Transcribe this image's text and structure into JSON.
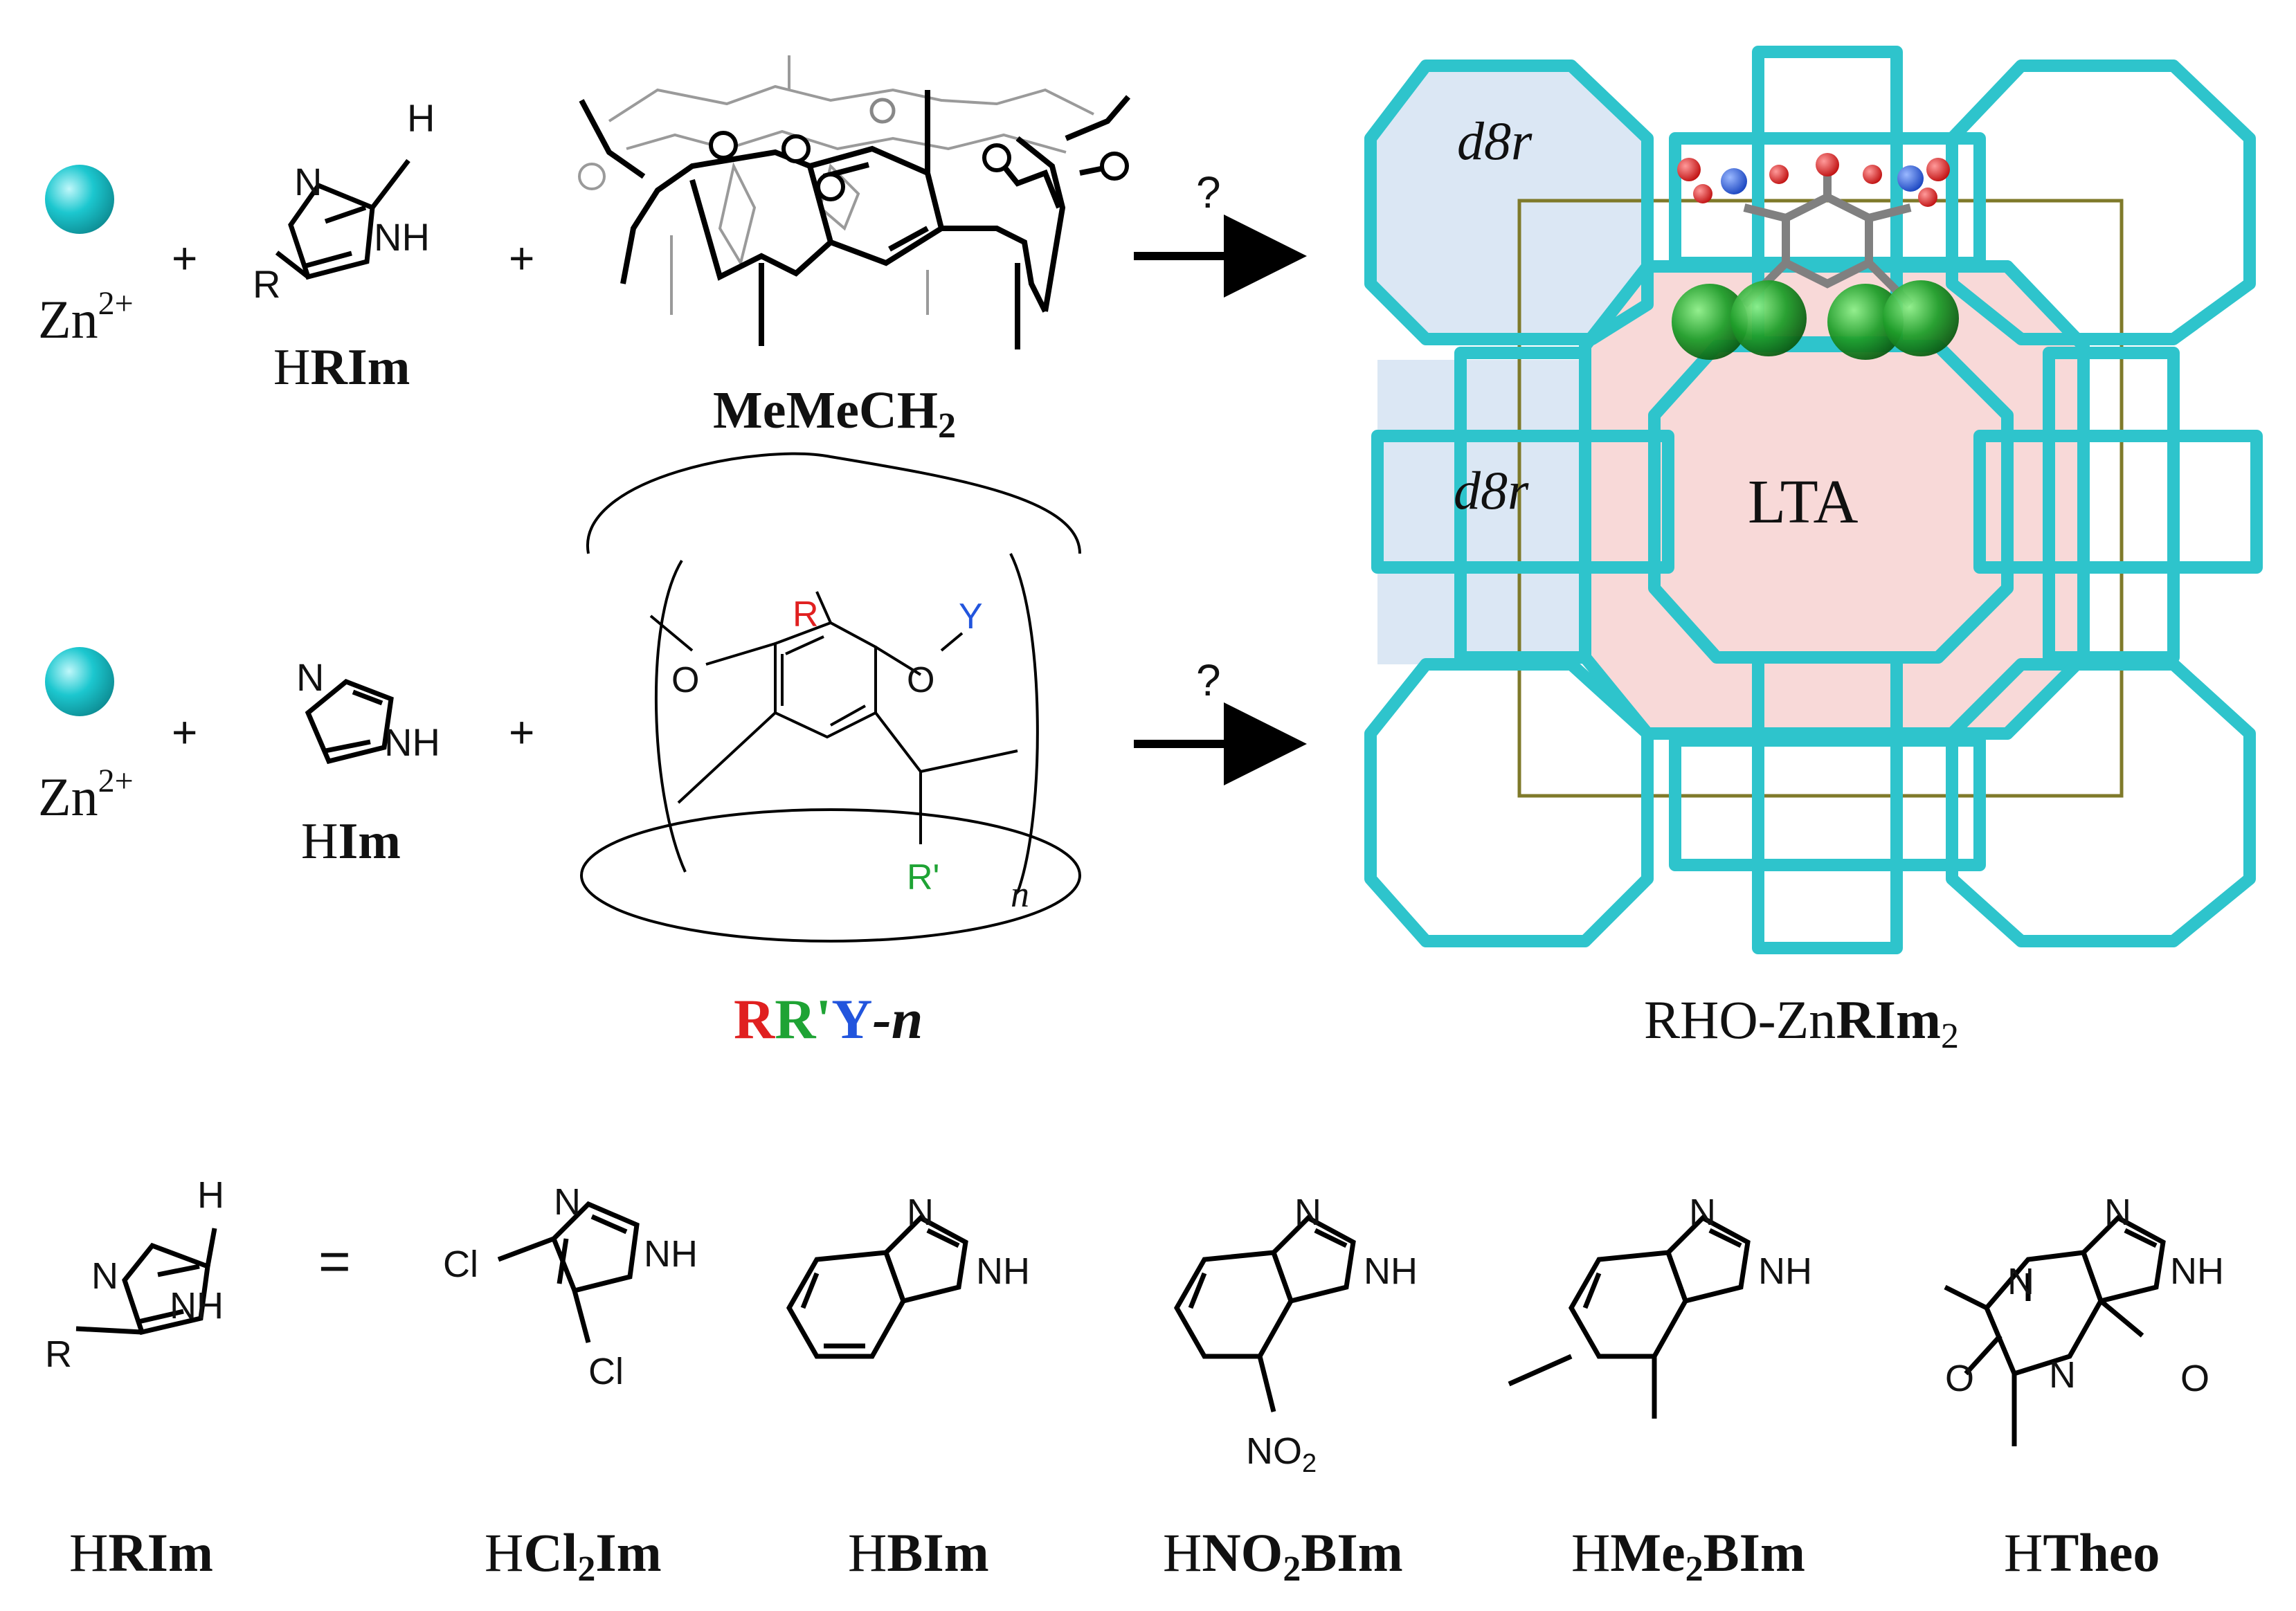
{
  "colors": {
    "zinc": "#1cc7cf",
    "framework": "#2ec4cc",
    "d8r_fill": "#dbe7f4",
    "lta_fill": "#f8d9d8",
    "cell_edge": "#7f7a2a",
    "dopant_green": "#1f9e2a",
    "R_red": "#e02020",
    "Rp_green": "#1ea334",
    "Y_blue": "#2255dd",
    "oxygen": "#d11b1b",
    "nitrogen": "#1a55d6",
    "carbon": "#808080"
  },
  "row1": {
    "metal_charge": "2+",
    "metal": "Zn",
    "plus": "+",
    "linker_H": "H",
    "linker_R": "R",
    "linker_N": "N",
    "linker_NH": "NH",
    "linker_name_h": "H",
    "linker_name_bold": "RIm",
    "host_name_main": "MeMeCH",
    "host_name_sub": "2",
    "arrow_label": "?"
  },
  "row2": {
    "metal_charge": "2+",
    "metal": "Zn",
    "plus": "+",
    "linker_N": "N",
    "linker_NH": "NH",
    "linker_name_h": "H",
    "linker_name_bold": "Im",
    "macro_R": "R",
    "macro_Rp": "R'",
    "macro_Y": "Y",
    "macro_O": "O",
    "macro_n": "n",
    "macro_name_R": "R",
    "macro_name_Rp": "R'",
    "macro_name_Y": "Y",
    "macro_name_n": "-n",
    "arrow_label": "?"
  },
  "framework": {
    "d8r_top": "d8r",
    "d8r_mid": "d8r",
    "lta": "LTA",
    "product_prefix": "RHO-Zn",
    "product_bold": "RIm",
    "product_sub": "2"
  },
  "linkers": {
    "equals": "=",
    "generic_name_h": "H",
    "generic_name_bold": "RIm",
    "cl2im_Cl": "Cl",
    "cl2im_name_h": "H",
    "cl2im_name_bold": "Cl",
    "cl2im_name_sub": "2",
    "cl2im_name_tail": "Im",
    "bim_name_h": "H",
    "bim_name_bold": "BIm",
    "no2bim_NO": "NO",
    "no2bim_sub": "2",
    "no2bim_name_h": "H",
    "no2bim_name_bold": "NO",
    "no2bim_name_sub": "2",
    "no2bim_name_tail": "BIm",
    "me2bim_name_h": "H",
    "me2bim_name_bold": "Me",
    "me2bim_name_sub": "2",
    "me2bim_name_tail": "BIm",
    "theo_name_h": "H",
    "theo_name_bold": "Theo",
    "N": "N",
    "NH": "NH",
    "O": "O",
    "H": "H",
    "R": "R"
  }
}
